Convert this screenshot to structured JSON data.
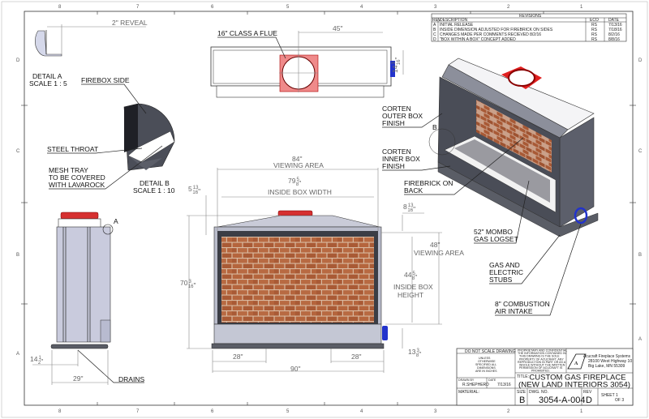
{
  "sheet": {
    "zones_top": [
      "8",
      "7",
      "6",
      "5",
      "4",
      "3",
      "2",
      "1"
    ],
    "zones_side": [
      "D",
      "C",
      "B",
      "A"
    ]
  },
  "revisions": {
    "title": "REVISIONS",
    "headers": [
      "REV",
      "DESCRIPTION",
      "ECO",
      "DATE"
    ],
    "rows": [
      {
        "rev": "A",
        "desc": "INITIAL RELEASE",
        "eco": "RS",
        "date": "7/13/16"
      },
      {
        "rev": "B",
        "desc": "INSIDE DIMENSION ADJUSTED FOR FIREBRICK ON SIDES",
        "eco": "RS",
        "date": "7/18/16"
      },
      {
        "rev": "C",
        "desc": "CHANGES MADE PER COMMENTS RECIEVED 8/2/16",
        "eco": "RS",
        "date": "8/2/16"
      },
      {
        "rev": "D",
        "desc": "\"BOX WITHIN A BOX\" CONCEPT ADDED",
        "eco": "RS",
        "date": "8/8/16"
      }
    ]
  },
  "detail_a": {
    "title": "DETAIL A",
    "scale": "SCALE 1 : 5",
    "reveal": "2\" REVEAL"
  },
  "detail_b": {
    "title": "DETAIL B",
    "scale": "SCALE 1 : 10",
    "firebox_side": "FIREBOX SIDE",
    "steel_throat": "STEEL THROAT",
    "mesh_1": "MESH TRAY",
    "mesh_2": "TO BE COVERED",
    "mesh_3": "WITH LAVAROCK"
  },
  "top_view": {
    "flue": "16\" CLASS A FLUE",
    "dim_45": "45\"",
    "dim_14_whole": "14",
    "dim_14_num": "3",
    "dim_14_den": "16"
  },
  "front_view": {
    "viewing_width": "84\"",
    "viewing_area": "VIEWING AREA",
    "inside_width_whole": "79",
    "inside_width_num": "5",
    "inside_width_den": "8",
    "inside_box_width": "INSIDE BOX WIDTH",
    "dim_5_whole": "5",
    "dim_5_num": "13",
    "dim_5_den": "16",
    "dim_8_whole": "8",
    "dim_8_num": "13",
    "dim_8_den": "16",
    "viewing_height": "48\"",
    "viewing_area_2": "VIEWING AREA",
    "inside_height_whole": "44",
    "inside_height_num": "5",
    "inside_height_den": "8",
    "inside_box_1": "INSIDE BOX",
    "inside_box_2": "HEIGHT",
    "total_height_whole": "70",
    "total_height_num": "3",
    "total_height_den": "16",
    "dim_13_whole": "13",
    "dim_13_num": "3",
    "dim_13_den": "8",
    "dim_28_left": "28\"",
    "dim_28_right": "28\"",
    "dim_90": "90\""
  },
  "side_view": {
    "callout_a": "A",
    "dim_14_whole": "14",
    "dim_14_num": "1",
    "dim_14_den": "2",
    "dim_29": "29\"",
    "drains": "DRAINS"
  },
  "iso_view": {
    "callout_b": "B",
    "outer_1": "CORTEN",
    "outer_2": "OUTER BOX",
    "outer_3": "FINISH",
    "inner_1": "CORTEN",
    "inner_2": "INNER BOX",
    "inner_3": "FINISH",
    "brick_1": "FIREBRICK ON",
    "brick_2": "BACK",
    "log_1": "52\" MOMBO",
    "log_2": "GAS LOGSET",
    "gas_1": "GAS AND",
    "gas_2": "ELECTRIC",
    "gas_3": "STUBS",
    "air_1": "8\" COMBUSTION",
    "air_2": "AIR INTAKE"
  },
  "title_block": {
    "no_scale": "DO NOT SCALE DRAWING",
    "tolerance": [
      "UNLESS",
      "OTHERWISE",
      "SPECIFIED ALL",
      "DIMENSIONS",
      "ARE IN INCHES"
    ],
    "proprietary": [
      "PROPRIETARY AND CONFIDENTIAL",
      "THE INFORMATION CONTAINED IN",
      "THIS DRAWING IS THE SOLE",
      "PROPERTY OF ACUCRAFT. ANY",
      "REPRODUCTION IN PART OR AS A",
      "WHOLE WITHOUT THE WRITTEN",
      "PERMISSION OF ACUCRAFT IS",
      "PROHIBITED."
    ],
    "company": "Acucraft Fireplace Systems",
    "address_1": "28100 West Highway 10",
    "address_2": "Big Lake, MN 55309",
    "drawn_by_label": "DRAWN BY",
    "drawn_by": "R.SHEPHERD",
    "date_label": "DATE",
    "date": "7/13/16",
    "title_label": "TITLE:",
    "title_1": "CUSTOM GAS FIREPLACE",
    "title_2": "(NEW LAND INTERIORS 3054)",
    "material_label": "MATERIAL:",
    "size_label": "SIZE",
    "size": "B",
    "dwg_label": "DWG. NO.",
    "dwg_no": "3054-A-004",
    "rev_label": "REV",
    "rev": "D",
    "sheet_1": "SHEET 1",
    "sheet_2": "OF 3"
  },
  "colors": {
    "flue": "#d42020",
    "brick": "#b5653d",
    "mortar": "#d9b9a0",
    "steel": "#9aa0ae",
    "dark_steel": "#4a4d57",
    "intake": "#2233cc"
  }
}
